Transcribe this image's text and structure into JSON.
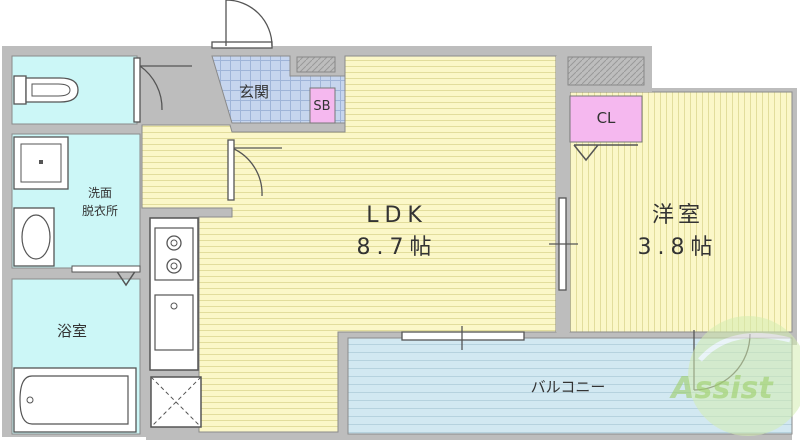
{
  "rooms": {
    "entrance": {
      "label": "玄関"
    },
    "shoe_box": {
      "label": "SB"
    },
    "ldk": {
      "label": "LDK",
      "area": "8.7帖"
    },
    "western": {
      "label": "洋室",
      "area": "3.8帖"
    },
    "closet": {
      "label": "CL"
    },
    "washroom": {
      "label_line1": "洗面",
      "label_line2": "脱衣所"
    },
    "bathroom": {
      "label": "浴室"
    },
    "balcony": {
      "label": "バルコニー"
    }
  },
  "watermark": {
    "text": "Assist"
  },
  "colors": {
    "floor_ldk": "#fbf7c8",
    "floor_wet": "#ccf7f7",
    "closet": "#f5b8ef",
    "entrance_tile": "#c6d5ee",
    "wall": "#b4b4b4",
    "balcony": "#d2e8f1"
  }
}
